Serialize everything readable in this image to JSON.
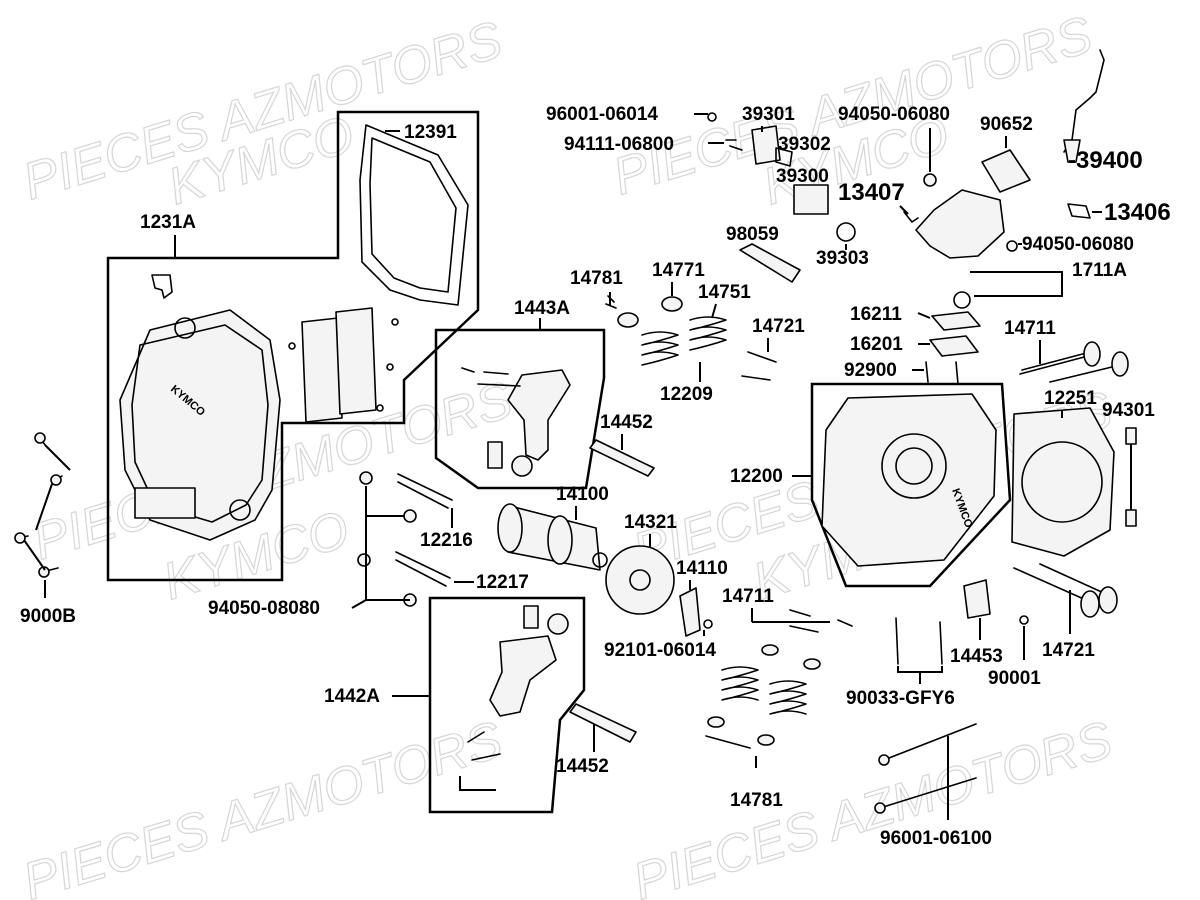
{
  "watermark": {
    "lines": [
      "PIECES AZMOTORS",
      "KYMCO"
    ]
  },
  "labels": {
    "l_12391": "12391",
    "l_1231A": "1231A",
    "l_9000B": "9000B",
    "l_1443A": "1443A",
    "l_14781a": "14781",
    "l_14771": "14771",
    "l_14751": "14751",
    "l_14721a": "14721",
    "l_12209": "12209",
    "l_14452a": "14452",
    "l_98059": "98059",
    "l_96001_06014": "96001-06014",
    "l_94111_06800": "94111-06800",
    "l_39301": "39301",
    "l_39302": "39302",
    "l_39300": "39300",
    "l_39303": "39303",
    "l_13407": "13407",
    "l_94050_06080a": "94050-06080",
    "l_90652": "90652",
    "l_39400": "-39400",
    "l_13406": "13406",
    "l_94050_06080b": "94050-06080",
    "l_1711A": "1711A",
    "l_16211": "16211",
    "l_16201": "16201",
    "l_92900": "92900",
    "l_14711a": "14711",
    "l_12251": "12251",
    "l_94301": "94301",
    "l_12200": "12200",
    "l_12216": "12216",
    "l_12217": "12217",
    "l_94050_08080": "94050-08080",
    "l_14100": "14100",
    "l_14321": "14321",
    "l_14110": "14110",
    "l_92101_06014": "92101-06014",
    "l_1442A": "1442A",
    "l_14452b": "14452",
    "l_14711b": "14711",
    "l_14781b": "14781",
    "l_14453": "14453",
    "l_90001": "90001",
    "l_14721b": "14721",
    "l_90033_GFY6": "90033-GFY6",
    "l_96001_06100": "96001-06100"
  },
  "cover_brand": "KYMCO",
  "head_brand": "KYMCO"
}
